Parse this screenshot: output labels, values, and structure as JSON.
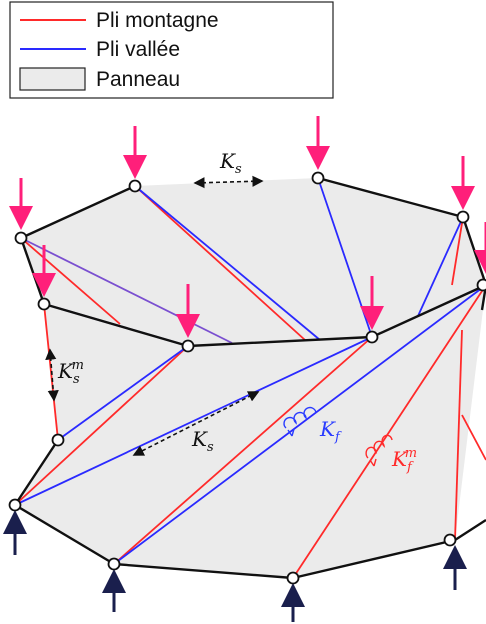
{
  "legend": {
    "items": [
      {
        "key": "mountain",
        "label": "Pli montagne",
        "color": "#ff2a2a"
      },
      {
        "key": "valley",
        "label": "Pli vallée",
        "color": "#2a2aff"
      },
      {
        "key": "panel",
        "label": "Panneau",
        "color": "#ebebeb"
      }
    ]
  },
  "annotations": {
    "ks_top": {
      "base": "K",
      "sub": "s"
    },
    "ksm_left": {
      "base": "K",
      "sub": "s",
      "sup": "m"
    },
    "ks_mid": {
      "base": "K",
      "sub": "s"
    },
    "kf": {
      "base": "K",
      "sub": "f",
      "color": "#2a3cff"
    },
    "kfm": {
      "base": "K",
      "sub": "f",
      "sup": "m",
      "color": "#ff2a2a"
    }
  },
  "colors": {
    "mountain": "#ff2a2a",
    "valley": "#2a2aff",
    "purple_fold": "#7a4fd0",
    "edge": "#111111",
    "panel_fill": "#ebebeb",
    "load_arrow": "#ff1f7a",
    "support_arrow": "#1a1f4d"
  }
}
